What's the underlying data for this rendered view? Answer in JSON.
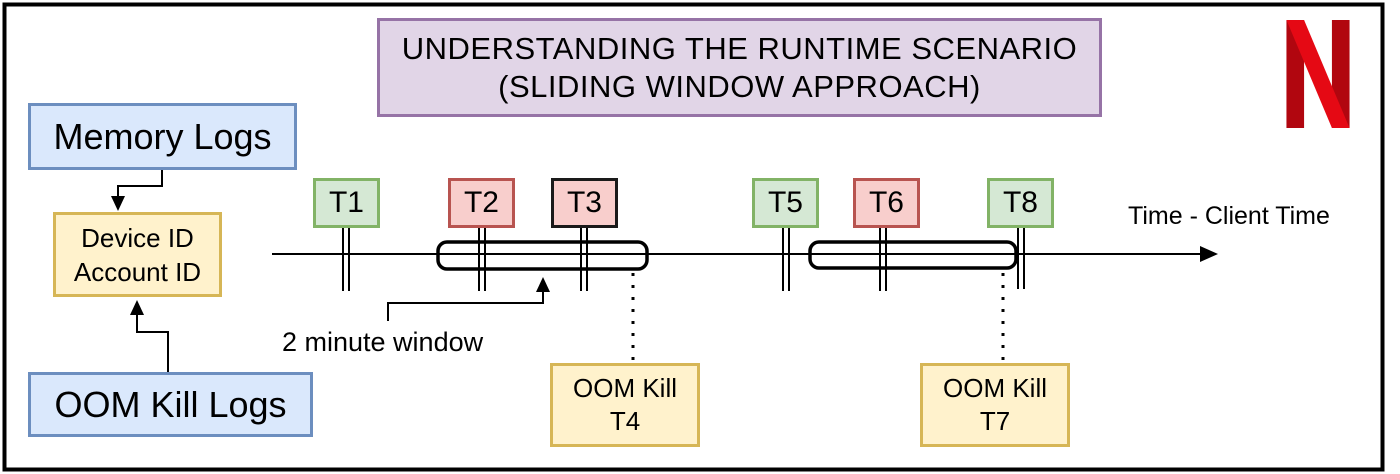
{
  "title": {
    "line1": "UNDERSTANDING THE RUNTIME SCENARIO",
    "line2": "(SLIDING WINDOW APPROACH)"
  },
  "brand": {
    "name": "Netflix",
    "logo_icon": "netflix-n-icon",
    "primary_red": "#e50914",
    "dark_red": "#b1060f"
  },
  "pipeline": {
    "memory_logs_label": "Memory Logs",
    "device_line1": "Device ID",
    "device_line2": "Account ID",
    "oom_kill_logs_label": "OOM Kill Logs"
  },
  "timeline": {
    "axis_label": "Time - Client Time",
    "window_annotation": "2 minute window",
    "events": [
      {
        "label": "T1",
        "style": "green"
      },
      {
        "label": "T2",
        "style": "red"
      },
      {
        "label": "T3",
        "style": "red-black-border"
      },
      {
        "label": "T5",
        "style": "green"
      },
      {
        "label": "T6",
        "style": "red"
      },
      {
        "label": "T8",
        "style": "green"
      }
    ],
    "oom_kills": [
      {
        "line1": "OOM Kill",
        "line2": "T4"
      },
      {
        "line1": "OOM Kill",
        "line2": "T7"
      }
    ],
    "sliding_windows_count": 2
  },
  "colors": {
    "green_fill": "#d5e8d4",
    "green_border": "#82b366",
    "red_fill": "#f8cecc",
    "red_border": "#b85450",
    "yellow_fill": "#fff2cc",
    "yellow_border": "#d6b656",
    "blue_fill": "#dae8fc",
    "blue_border": "#6c8ebf",
    "purple_fill": "#e1d5e7",
    "purple_border": "#9673a6",
    "line": "#000000"
  }
}
